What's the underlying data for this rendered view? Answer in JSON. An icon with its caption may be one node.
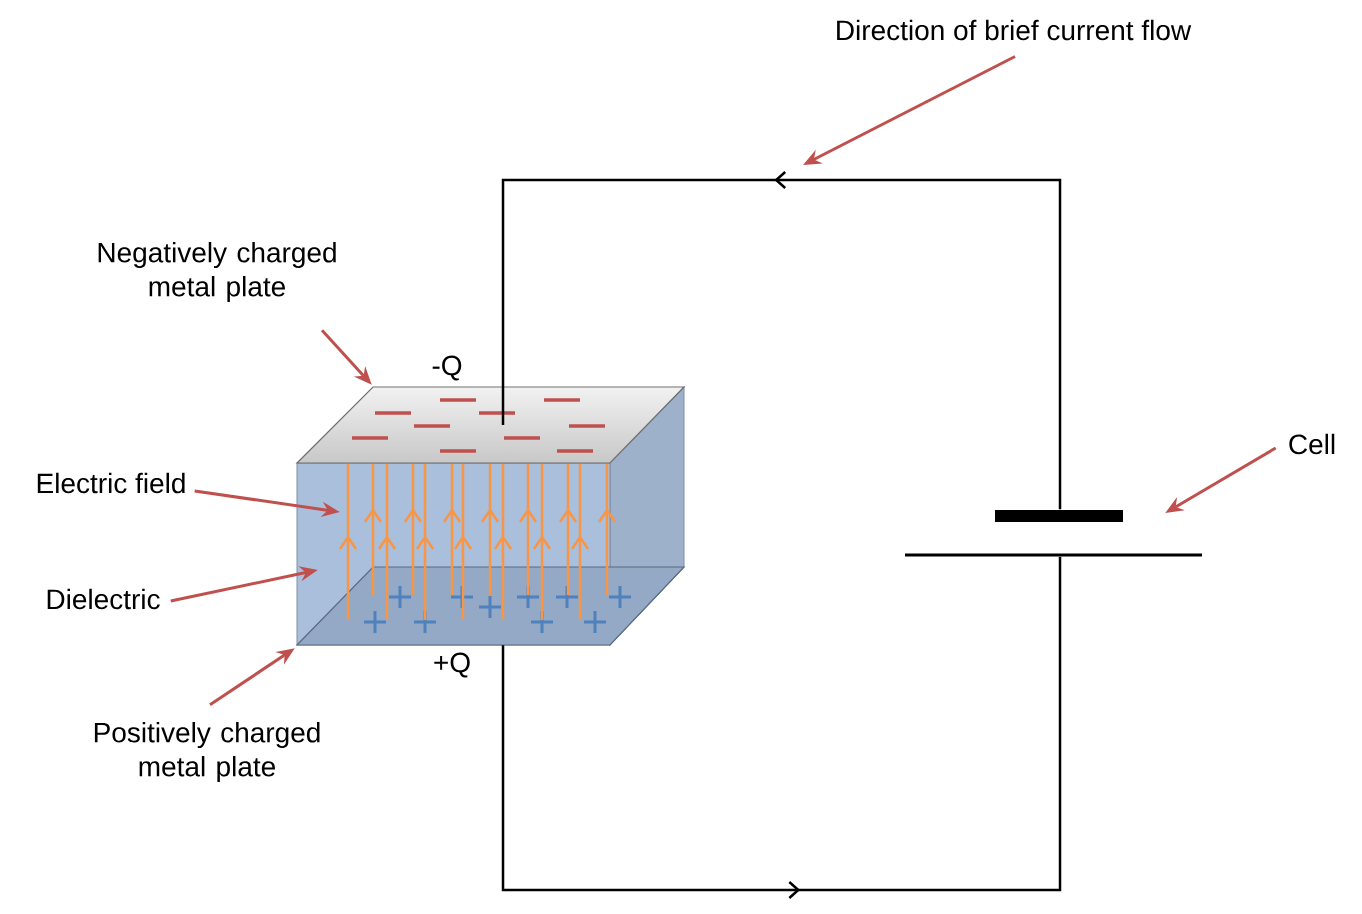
{
  "diagram": {
    "nodes": [
      {
        "text": [
          "Negatively charged metal plate"
        ]
      },
      {
        "text": [],
        "shape": "box",
        "beside": [
          "-Q"
        ]
      },
      {
        "text": [
          "Electric field"
        ]
      },
      {
        "text": [
          "Dielectric"
        ]
      },
      {
        "text": [],
        "shape": "box"
      },
      {
        "text": [
          "Positively charged metal plate"
        ]
      },
      {
        "text": [],
        "shape": "box",
        "beside": [
          "+Q"
        ]
      },
      {
        "text": [
          "Direction of brief current flow"
        ]
      },
      {
        "text": [
          "Cell"
        ]
      },
      {
        "text": [],
        "shape": "symbol"
      }
    ],
    "edges": [
      {
        "from": 0,
        "to": 1,
        "arrow": "to"
      },
      {
        "from": 2,
        "to": 4,
        "arrow": "to"
      },
      {
        "from": 3,
        "to": 4,
        "arrow": "to"
      },
      {
        "from": 5,
        "to": 6,
        "arrow": "to"
      },
      {
        "from": 7,
        "to": null,
        "arrow": "to"
      },
      {
        "from": 8,
        "to": 9,
        "arrow": "to"
      },
      {
        "from": 9,
        "to": 1,
        "arrow": "to",
        "color": "#000000"
      },
      {
        "from": 6,
        "to": 9,
        "arrow": "to",
        "color": "#000000"
      }
    ]
  }
}
